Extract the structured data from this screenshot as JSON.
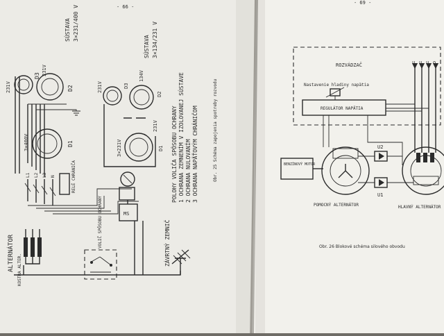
{
  "left_page": {
    "page_number": "- 66 -",
    "caption": "Obr. 25  Schéma zapojenia spotreby rozvodu",
    "legend": {
      "title": "POLOHY VOLIČA SPÔSOBU OCHRANY",
      "item_1": "1 OCHRANA ZEMNENÍM V IZOLOVANEJ SÚSTAVE",
      "item_2": "2 OCHRANA NULOVANÍM",
      "item_3": "3 OCHRANA NAPÄŤOVÝM CHRÁNIČOM"
    },
    "labels": {
      "sustava_a_title": "SÚSTAVA",
      "sustava_a_value": "3×231/400 V",
      "sustava_b_title": "SÚSTAVA",
      "sustava_b_value": "3×134/231 V",
      "v231_a": "231V",
      "v231_b": "231V",
      "v231_c": "231V",
      "v231_d": "231V",
      "v134": "134V",
      "v3x400": "3×400V",
      "v3x231": "3×231V",
      "d1": "D1",
      "d2": "D2",
      "d3": "D3",
      "d1_b": "D1",
      "d2_b": "D2",
      "d3_b": "D3",
      "alternator": "ALTERNÁTOR",
      "kostra_alt": "KOSTRA ALTER.",
      "volic": "VOLIČ SPÔSOBU OCHRANY",
      "rele": "RELÉ CHRÁNIČA",
      "ms": "MS",
      "zavrtny_zemnic": "ZÁVRTNÝ ZEMNIČ",
      "l1": "L1",
      "l2": "L2",
      "l3": "L3",
      "n": "N"
    }
  },
  "right_page": {
    "page_number": "- 69 -",
    "rozvadzac": "ROZVÁDZAČ",
    "nastavenie": "Nastavenie hladiny napätia",
    "regulator": "REGULÁTOR NAPÄTIA",
    "benzinovy_motor": "BENZÍNOVÝ MOTOR",
    "u1": "U1",
    "u2": "U2",
    "pomocny": "POMOCNÝ ALTERNÁTOR",
    "hlavny": "HLAVNÝ ALTERNÁTOR",
    "caption": "Obr. 26  Blokové schéma silového obvodu"
  }
}
